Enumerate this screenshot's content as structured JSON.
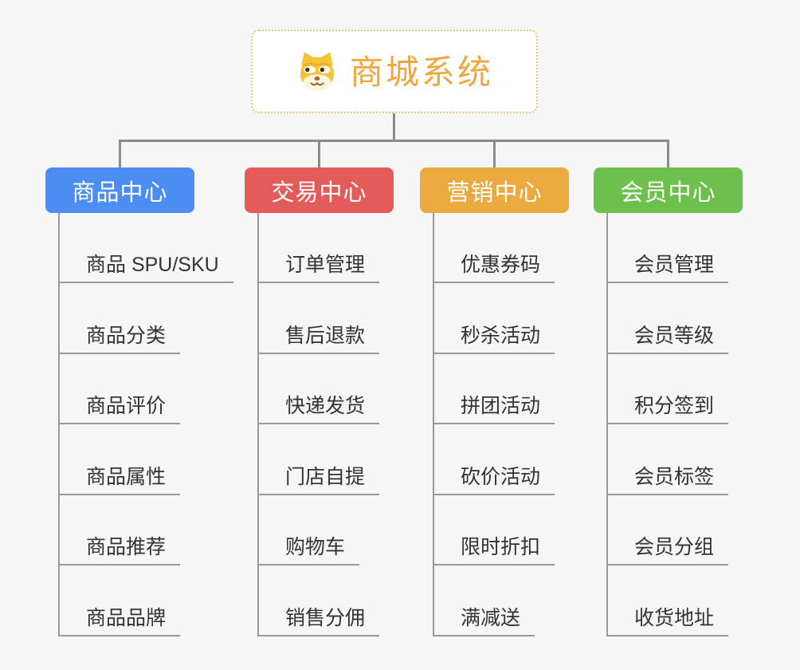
{
  "canvas": {
    "background": "#f6f6f6",
    "connector_color": "#8b8b8b",
    "underline_color": "#999999",
    "text_color": "#333333"
  },
  "root": {
    "title": "商城系统",
    "icon": "doge-icon",
    "title_color": "#f2a640",
    "border_color": "#eec27c"
  },
  "branches": [
    {
      "label": "商品中心",
      "color": "#4b8df2",
      "children": [
        "商品 SPU/SKU",
        "商品分类",
        "商品评价",
        "商品属性",
        "商品推荐",
        "商品品牌"
      ]
    },
    {
      "label": "交易中心",
      "color": "#e45c5a",
      "children": [
        "订单管理",
        "售后退款",
        "快递发货",
        "门店自提",
        "购物车",
        "销售分佣"
      ]
    },
    {
      "label": "营销中心",
      "color": "#ebaa3f",
      "children": [
        "优惠券码",
        "秒杀活动",
        "拼团活动",
        "砍价活动",
        "限时折扣",
        "满减送"
      ]
    },
    {
      "label": "会员中心",
      "color": "#6ec04d",
      "children": [
        "会员管理",
        "会员等级",
        "积分签到",
        "会员标签",
        "会员分组",
        "收货地址"
      ]
    }
  ]
}
